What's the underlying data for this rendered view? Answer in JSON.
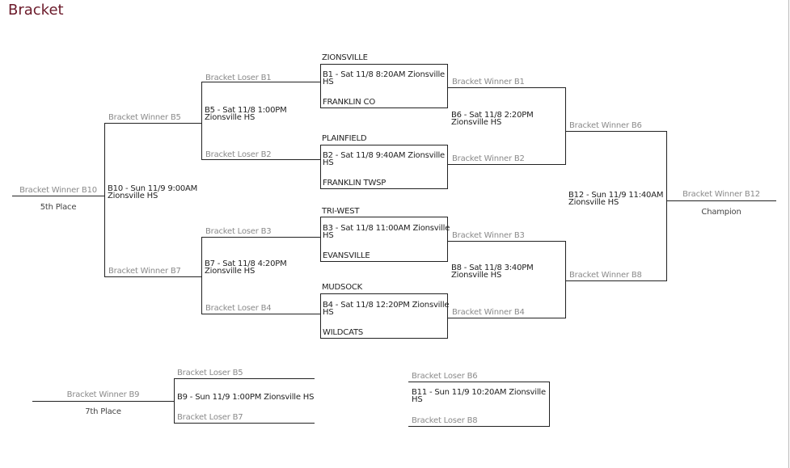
{
  "title": "Bracket",
  "games": {
    "b1": {
      "top": "ZIONSVILLE",
      "info1": "B1 - Sat 11/8 8:20AM Zionsville",
      "info2": "HS",
      "bottom": "FRANKLIN CO"
    },
    "b2": {
      "top": "PLAINFIELD",
      "info1": "B2 - Sat 11/8 9:40AM Zionsville",
      "info2": "HS",
      "bottom": "FRANKLIN TWSP"
    },
    "b3": {
      "top": "TRI-WEST",
      "info1": "B3 - Sat 11/8 11:00AM Zionsville",
      "info2": "HS",
      "bottom": "EVANSVILLE"
    },
    "b4": {
      "top": "MUDSOCK",
      "info1": "B4 - Sat 11/8 12:20PM Zionsville",
      "info2": "HS",
      "bottom": "WILDCATS"
    },
    "b5": {
      "info1": "B5 - Sat 11/8 1:00PM",
      "info2": "Zionsville HS",
      "top": "Bracket Loser B1",
      "bottom": "Bracket Loser B2",
      "winner": "Bracket Winner B5"
    },
    "b7": {
      "info1": "B7 - Sat 11/8 4:20PM",
      "info2": "Zionsville HS",
      "top": "Bracket Loser B3",
      "bottom": "Bracket Loser B4",
      "winner": "Bracket Winner B7"
    },
    "b10": {
      "info1": "B10 - Sun 11/9 9:00AM",
      "info2": "Zionsville HS",
      "winner": "Bracket Winner B10",
      "place": "5th Place"
    },
    "b6": {
      "info1": "B6 - Sat 11/8 2:20PM",
      "info2": "Zionsville HS",
      "top": "Bracket Winner B1",
      "bottom": "Bracket Winner B2",
      "winner": "Bracket Winner B6"
    },
    "b8": {
      "info1": "B8 - Sat 11/8 3:40PM",
      "info2": "Zionsville HS",
      "top": "Bracket Winner B3",
      "bottom": "Bracket Winner B4",
      "winner": "Bracket Winner B8"
    },
    "b12": {
      "info1": "B12 - Sun 11/9 11:40AM",
      "info2": "Zionsville HS",
      "winner": "Bracket Winner B12",
      "place": "Champion"
    },
    "b9": {
      "info": "B9 - Sun 11/9 1:00PM Zionsville HS",
      "top": "Bracket Loser B5",
      "bottom": "Bracket Loser B7",
      "winner": "Bracket Winner B9",
      "place": "7th Place"
    },
    "b11": {
      "info1": "B11 - Sun 11/9 10:20AM Zionsville",
      "info2": "HS",
      "top": "Bracket Loser B6",
      "bottom": "Bracket Loser B8"
    }
  }
}
